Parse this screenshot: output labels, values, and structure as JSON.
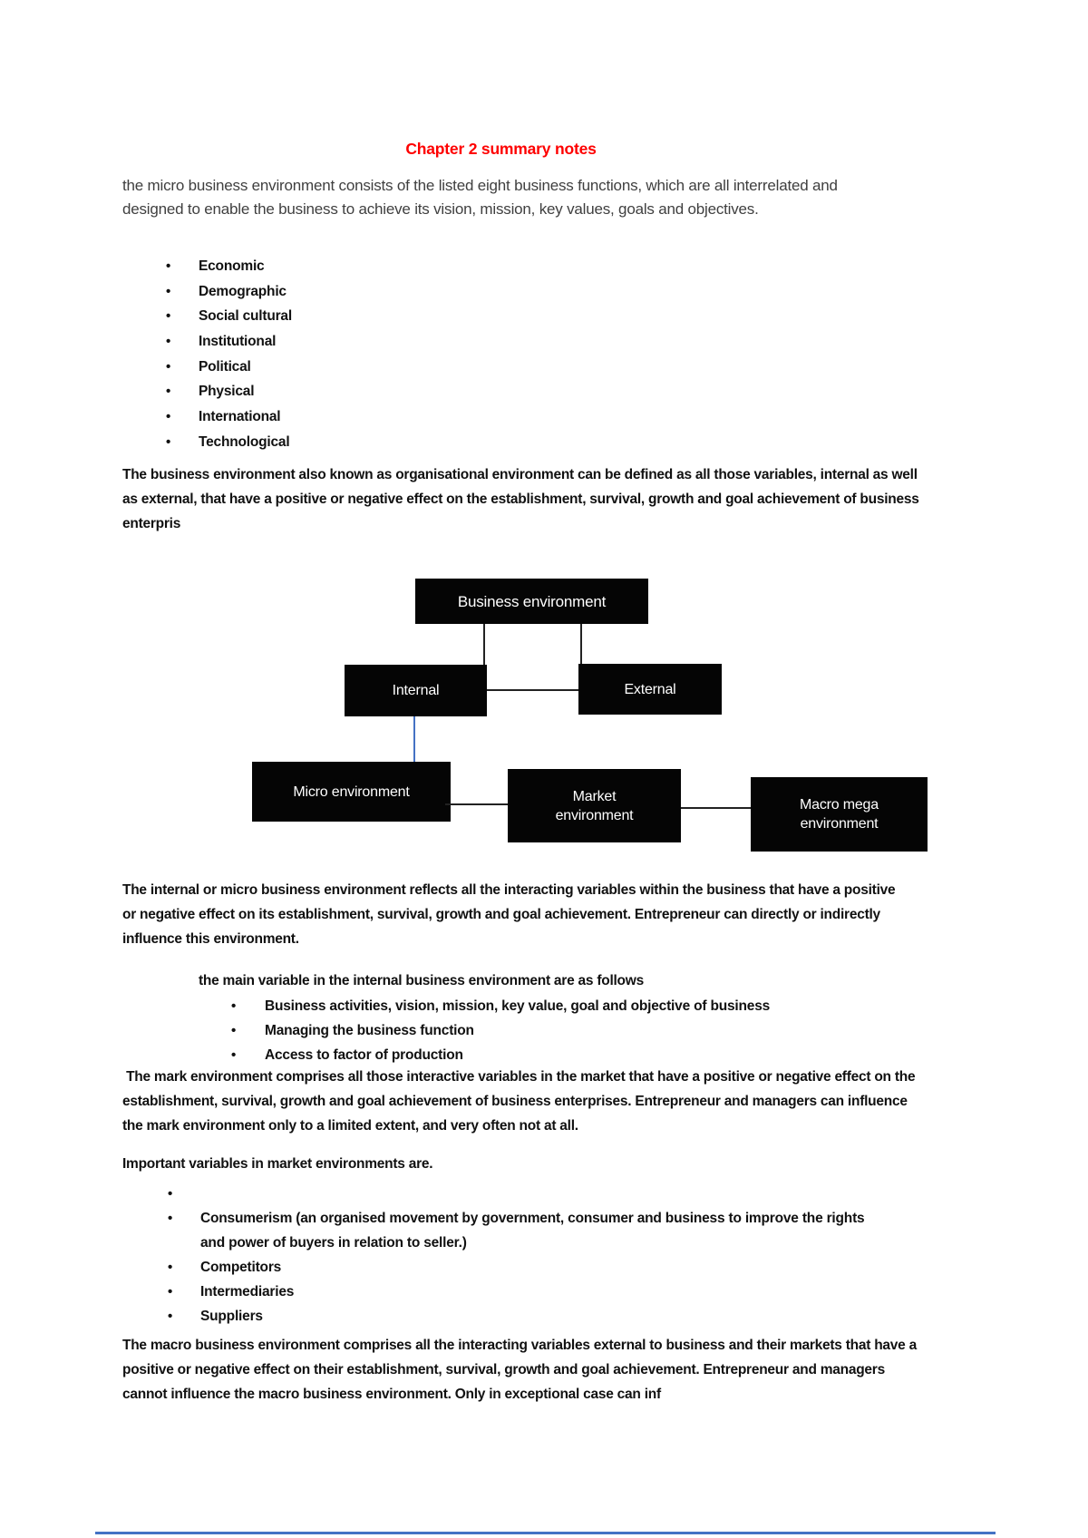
{
  "title": "Chapter 2 summary notes",
  "title_color": "#fe0000",
  "intro_paragraph": "the micro business environment consists of the listed eight business functions, which are all interrelated and designed to enable the business to achieve its vision, mission, key values, goals and objectives.",
  "environment_factors": [
    "Economic",
    "Demographic",
    "Social cultural",
    "Institutional",
    "Political",
    "Physical",
    "International",
    "Technological"
  ],
  "definition_paragraph": "The business environment also known as organisational environment can be defined as all those variables, internal as well as external, that have a positive or negative effect on the establishment, survival, growth and goal achievement of business enterpris",
  "diagram": {
    "box_color": "#050505",
    "box_text_color": "#ffffff",
    "connector_color": "#222222",
    "blue_connector_color": "#4472c4",
    "nodes": [
      {
        "id": "business",
        "label": "Business environment"
      },
      {
        "id": "internal",
        "label": "Internal"
      },
      {
        "id": "external",
        "label": "External"
      },
      {
        "id": "micro",
        "label": "Micro environment"
      },
      {
        "id": "market",
        "label": "Market environment"
      },
      {
        "id": "macro",
        "label": "Macro mega environment"
      }
    ]
  },
  "internal_paragraph": "The internal or micro business environment reflects all the interacting variables within the business that have a positive or negative effect on its establishment, survival, growth and goal achievement. Entrepreneur can directly or indirectly influence this environment.",
  "internal_variables": {
    "intro": "the main variable in the internal business environment are as follows",
    "items": [
      "Business activities, vision, mission, key value, goal and objective of business",
      "Managing the business function",
      "Access to factor of production"
    ]
  },
  "market_paragraph": " The mark environment comprises all those interactive variables in the market that have a positive or negative effect on the establishment, survival, growth and goal achievement of business enterprises. Entrepreneur and managers can influence the mark environment only to a limited extent, and very often not at all.",
  "market_variables": {
    "intro": "Important variables in market environments are.",
    "items": [
      "",
      "Consumerism (an organised movement by government, consumer and business to improve the rights and power of buyers in relation to seller.)",
      "Competitors",
      "Intermediaries",
      "Suppliers"
    ]
  },
  "macro_paragraph": "The macro business environment comprises all the interacting variables external to business and their markets that have a positive or negative effect on their establishment, survival, growth and goal achievement. Entrepreneur and managers cannot influence the macro business environment. Only in exceptional case can inf"
}
